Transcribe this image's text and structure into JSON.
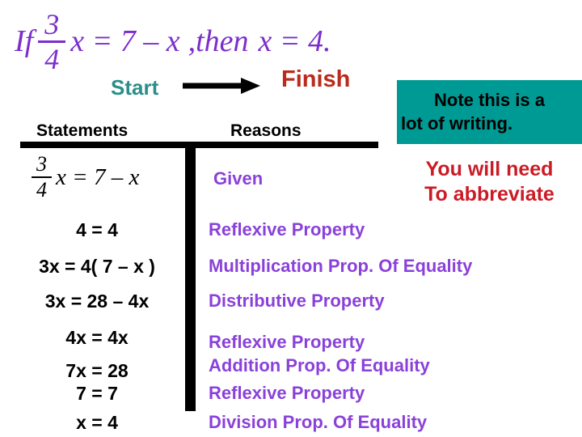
{
  "title_equation": {
    "prefix": "If",
    "frac_num": "3",
    "frac_den": "4",
    "body": "x = 7 – x",
    "connector": ",then",
    "conclusion": "x = 4."
  },
  "flow": {
    "start": "Start",
    "finish": "Finish"
  },
  "note_box": {
    "line1": "Note this is a",
    "line2": "lot of writing."
  },
  "abbrev_note": {
    "line1": "You will need",
    "line2": "To abbreviate"
  },
  "table": {
    "statements_header": "Statements",
    "reasons_header": "Reasons",
    "rows": [
      {
        "statement_fraction": {
          "num": "3",
          "den": "4",
          "rest": "x = 7 – x"
        },
        "reason": "Given"
      },
      {
        "statement": "4 = 4",
        "reason": "Reflexive Property"
      },
      {
        "statement": "3x = 4( 7 – x )",
        "reason": "Multiplication Prop. Of Equality"
      },
      {
        "statement": "3x = 28 – 4x",
        "reason": "Distributive Property"
      },
      {
        "statement": "4x = 4x",
        "reason": "Reflexive Property"
      },
      {
        "statement": "7x = 28",
        "reason": "Addition Prop. Of Equality"
      },
      {
        "statement": "7 = 7",
        "reason": "Reflexive Property"
      },
      {
        "statement": "x = 4",
        "reason": "Division Prop. Of Equality"
      }
    ]
  },
  "colors": {
    "equation_purple": "#7B2ECC",
    "reason_purple": "#8A41D9",
    "note_teal": "#009A94",
    "start_teal": "#2B8E8A",
    "finish_red": "#BB2A1B",
    "warning_red": "#CB1B26"
  }
}
